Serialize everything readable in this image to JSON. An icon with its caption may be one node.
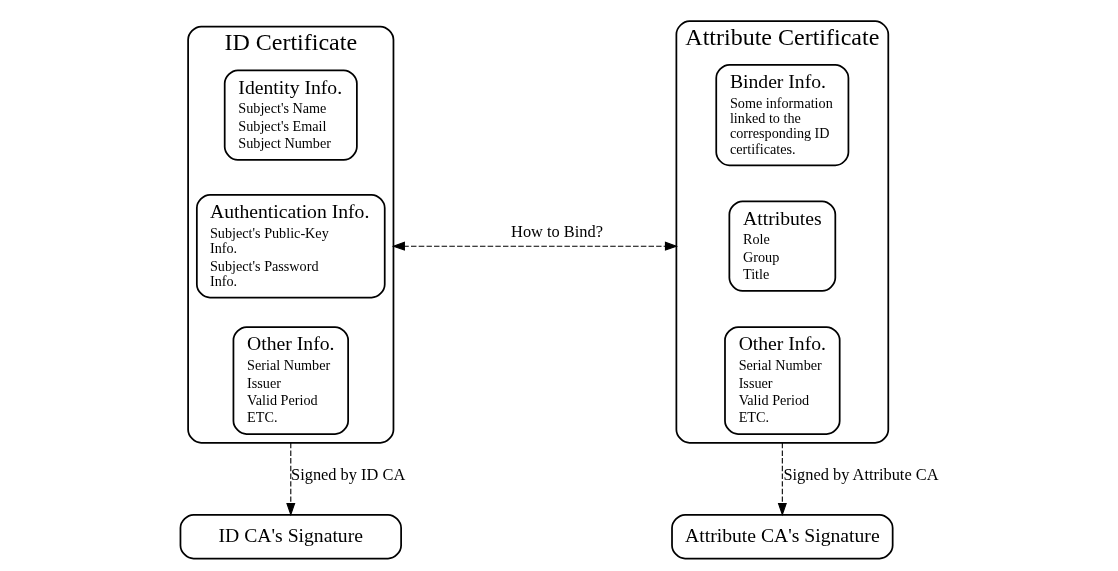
{
  "diagram": {
    "nodes": [
      {
        "text": [
          "ID Certificate"
        ]
      },
      {
        "text": [
          "Identity Info.",
          "Subject's Name",
          "Subject's Email",
          "Subject Number"
        ],
        "in": 0
      },
      {
        "text": [
          "Authentication Info.",
          "Subject's Public-Key Info.",
          "Subject's Password Info."
        ],
        "in": 0
      },
      {
        "text": [
          "Other Info.",
          "Serial Number",
          "Issuer",
          "Valid Period",
          "ETC."
        ],
        "in": 0
      },
      {
        "text": [
          "ID CA's Signature"
        ]
      },
      {
        "text": [
          "Attribute Certificate"
        ]
      },
      {
        "text": [
          "Binder Info.",
          "Some information linked to the corresponding ID certificates."
        ],
        "in": 5
      },
      {
        "text": [
          "Attributes",
          "Role",
          "Group",
          "Title"
        ],
        "in": 5
      },
      {
        "text": [
          "Other Info.",
          "Serial Number",
          "Issuer",
          "Valid Period",
          "ETC."
        ],
        "in": 5
      },
      {
        "text": [
          "Attribute CA's Signature"
        ]
      }
    ],
    "edges": [
      {
        "from": 0,
        "to": 4,
        "arrow": "to",
        "style": "dashed",
        "label": "Signed by ID CA"
      },
      {
        "from": 0,
        "to": 5,
        "arrow": "both",
        "style": "dashed",
        "label": "How to Bind?"
      },
      {
        "from": 5,
        "to": 9,
        "arrow": "to",
        "style": "dashed",
        "label": "Signed by Attribute CA"
      }
    ]
  }
}
